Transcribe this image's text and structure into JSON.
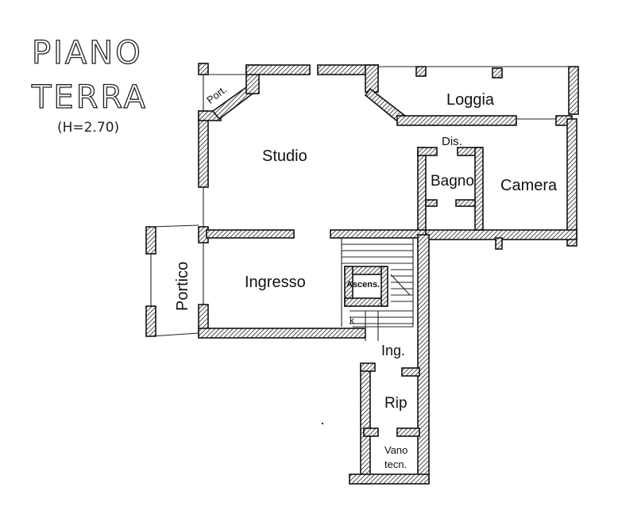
{
  "title": {
    "line1": "PIANO",
    "line2": "TERRA",
    "height": "(H=2.70)"
  },
  "rooms": {
    "port": "Port.",
    "loggia": "Loggia",
    "studio": "Studio",
    "dis": "Dis.",
    "bagno": "Bagno",
    "camera": "Camera",
    "portico": "Portico",
    "ingresso": "Ingresso",
    "ascens": "Ascens.",
    "ing": "Ing.",
    "rip": "Rip",
    "vano": "Vano",
    "tecn": "tecn."
  },
  "colors": {
    "ink": "#111111",
    "paper": "#ffffff"
  }
}
